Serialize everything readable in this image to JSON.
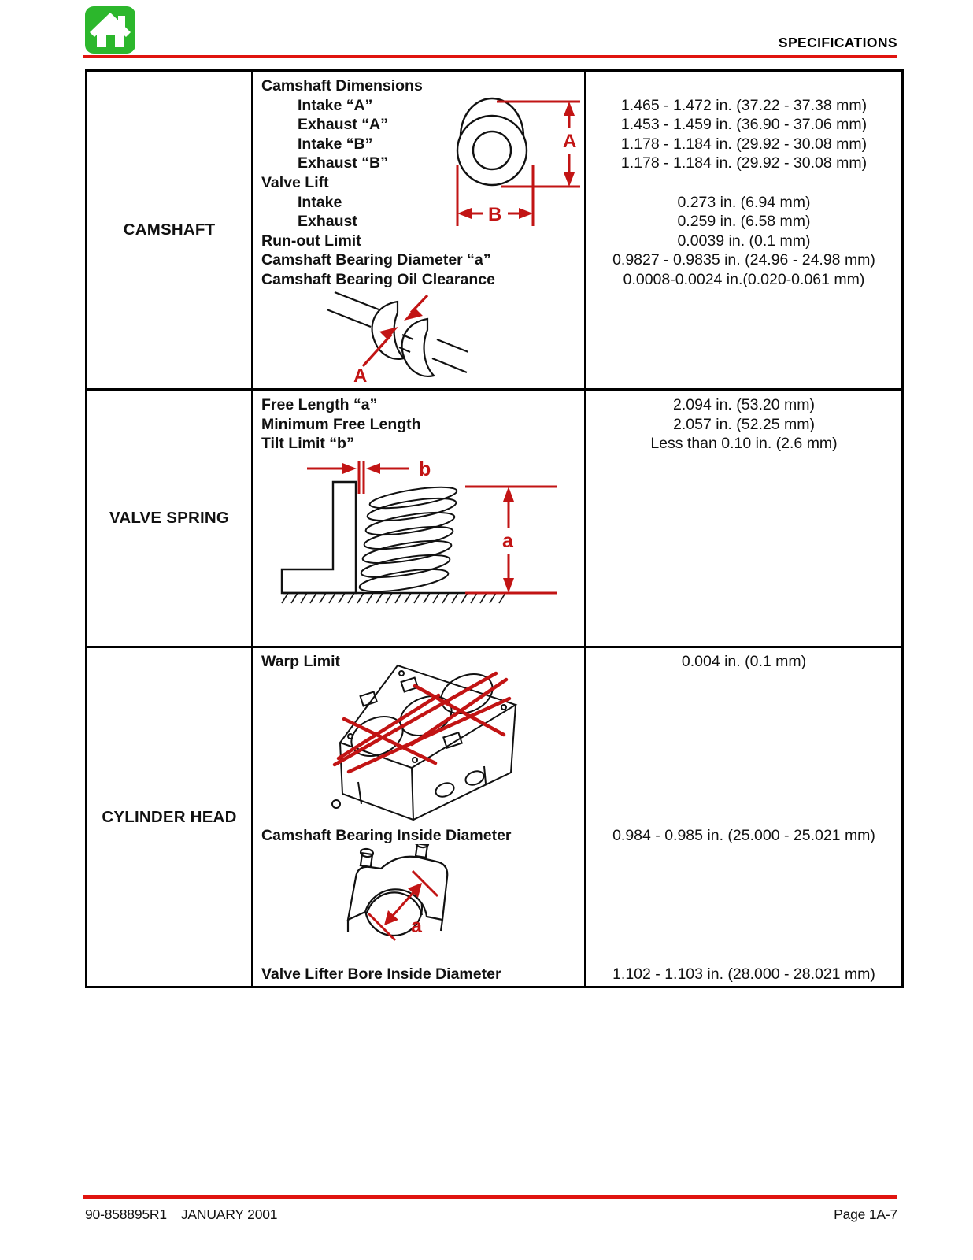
{
  "header": {
    "title": "SPECIFICATIONS"
  },
  "icons": {
    "home": "home"
  },
  "footer": {
    "doc_number": "90-858895R1",
    "date": "JANUARY 2001",
    "page": "Page 1A-7"
  },
  "sections": [
    {
      "name": "CAMSHAFT",
      "spec_lines": [
        {
          "label": "Camshaft Dimensions",
          "indent": 0,
          "value": ""
        },
        {
          "label": "Intake “A”",
          "indent": 1,
          "value": "1.465 - 1.472 in. (37.22 - 37.38 mm)"
        },
        {
          "label": "Exhaust “A”",
          "indent": 1,
          "value": "1.453 - 1.459 in. (36.90 - 37.06 mm)"
        },
        {
          "label": "Intake “B”",
          "indent": 1,
          "value": "1.178 - 1.184 in. (29.92 - 30.08 mm)"
        },
        {
          "label": "Exhaust “B”",
          "indent": 1,
          "value": "1.178 - 1.184 in. (29.92 - 30.08 mm)"
        },
        {
          "label": "Valve Lift",
          "indent": 0,
          "value": ""
        },
        {
          "label": "Intake",
          "indent": 1,
          "value": "0.273 in. (6.94 mm)"
        },
        {
          "label": "Exhaust",
          "indent": 1,
          "value": "0.259 in. (6.58 mm)"
        },
        {
          "label": "Run-out Limit",
          "indent": 0,
          "value": "0.0039 in. (0.1 mm)"
        },
        {
          "label": "Camshaft Bearing Diameter “a”",
          "indent": 0,
          "value": "0.9827 - 0.9835 in. (24.96 - 24.98 mm)"
        },
        {
          "label": "Camshaft Bearing Oil Clearance",
          "indent": 0,
          "value": "0.0008-0.0024 in.(0.020-0.061 mm)"
        }
      ],
      "diagram_labels": {
        "dim_a": "A",
        "dim_b": "B",
        "journal_a": "A"
      }
    },
    {
      "name": "VALVE SPRING",
      "spec_lines": [
        {
          "label": "Free Length “a”",
          "value": "2.094 in. (53.20 mm)"
        },
        {
          "label": "Minimum Free Length",
          "value": "2.057 in. (52.25 mm)"
        },
        {
          "label": "Tilt Limit “b”",
          "value": "Less than 0.10 in. (2.6 mm)"
        }
      ],
      "diagram_labels": {
        "tilt_b": "b",
        "length_a": "a"
      }
    },
    {
      "name": "CYLINDER HEAD",
      "spec_lines": [
        {
          "label": "Warp Limit",
          "value": "0.004 in. (0.1 mm)"
        },
        {
          "label": "Camshaft Bearing Inside Diameter",
          "value": "0.984 - 0.985 in. (25.000 - 25.021 mm)"
        },
        {
          "label": "Valve Lifter Bore Inside Diameter",
          "value": "1.102 - 1.103 in. (28.000 - 28.021 mm)"
        }
      ],
      "diagram_labels": {
        "bore_a": "a"
      }
    }
  ]
}
